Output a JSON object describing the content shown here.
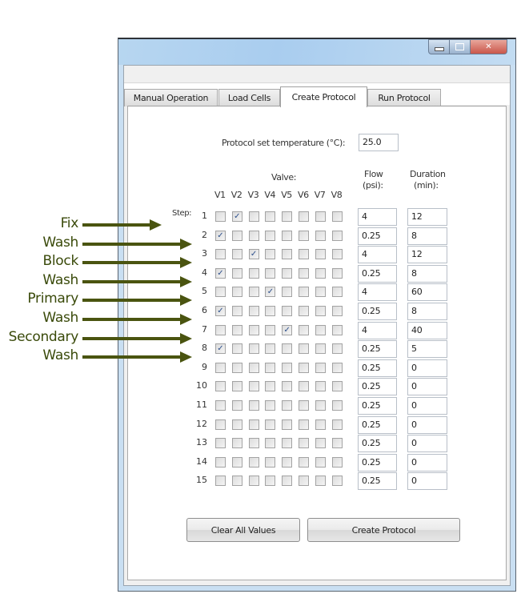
{
  "window": {
    "controls": {
      "minimize": "minimize",
      "maximize": "maximize",
      "close": "close"
    }
  },
  "tabs": [
    {
      "label": "Manual Operation",
      "active": false
    },
    {
      "label": "Load Cells",
      "active": false
    },
    {
      "label": "Create Protocol",
      "active": true
    },
    {
      "label": "Run Protocol",
      "active": false
    }
  ],
  "protocol": {
    "temperature_label": "Protocol set temperature (°C):",
    "temperature_value": "25.0",
    "valve_header": "Valve:",
    "valve_columns": [
      "V1",
      "V2",
      "V3",
      "V4",
      "V5",
      "V6",
      "V7",
      "V8"
    ],
    "flow_header_line1": "Flow",
    "flow_header_line2": "(psi):",
    "duration_header_line1": "Duration",
    "duration_header_line2": "(min):",
    "step_label": "Step:",
    "steps": [
      {
        "step": "1",
        "checked_valve": 2,
        "flow": "4",
        "duration": "12"
      },
      {
        "step": "2",
        "checked_valve": 1,
        "flow": "0.25",
        "duration": "8"
      },
      {
        "step": "3",
        "checked_valve": 3,
        "flow": "4",
        "duration": "12"
      },
      {
        "step": "4",
        "checked_valve": 1,
        "flow": "0.25",
        "duration": "8"
      },
      {
        "step": "5",
        "checked_valve": 4,
        "flow": "4",
        "duration": "60"
      },
      {
        "step": "6",
        "checked_valve": 1,
        "flow": "0.25",
        "duration": "8"
      },
      {
        "step": "7",
        "checked_valve": 5,
        "flow": "4",
        "duration": "40"
      },
      {
        "step": "8",
        "checked_valve": 1,
        "flow": "0.25",
        "duration": "5"
      },
      {
        "step": "9",
        "checked_valve": 0,
        "flow": "0.25",
        "duration": "0"
      },
      {
        "step": "10",
        "checked_valve": 0,
        "flow": "0.25",
        "duration": "0"
      },
      {
        "step": "11",
        "checked_valve": 0,
        "flow": "0.25",
        "duration": "0"
      },
      {
        "step": "12",
        "checked_valve": 0,
        "flow": "0.25",
        "duration": "0"
      },
      {
        "step": "13",
        "checked_valve": 0,
        "flow": "0.25",
        "duration": "0"
      },
      {
        "step": "14",
        "checked_valve": 0,
        "flow": "0.25",
        "duration": "0"
      },
      {
        "step": "15",
        "checked_valve": 0,
        "flow": "0.25",
        "duration": "0"
      }
    ],
    "check_glyph": "✓"
  },
  "buttons": {
    "clear": "Clear All Values",
    "create": "Create Protocol"
  },
  "annotations": {
    "color": "#4a5410",
    "labels": [
      "Fix",
      "Wash",
      "Block",
      "Wash",
      "Primary",
      "Wash",
      "Secondary",
      "Wash"
    ]
  }
}
